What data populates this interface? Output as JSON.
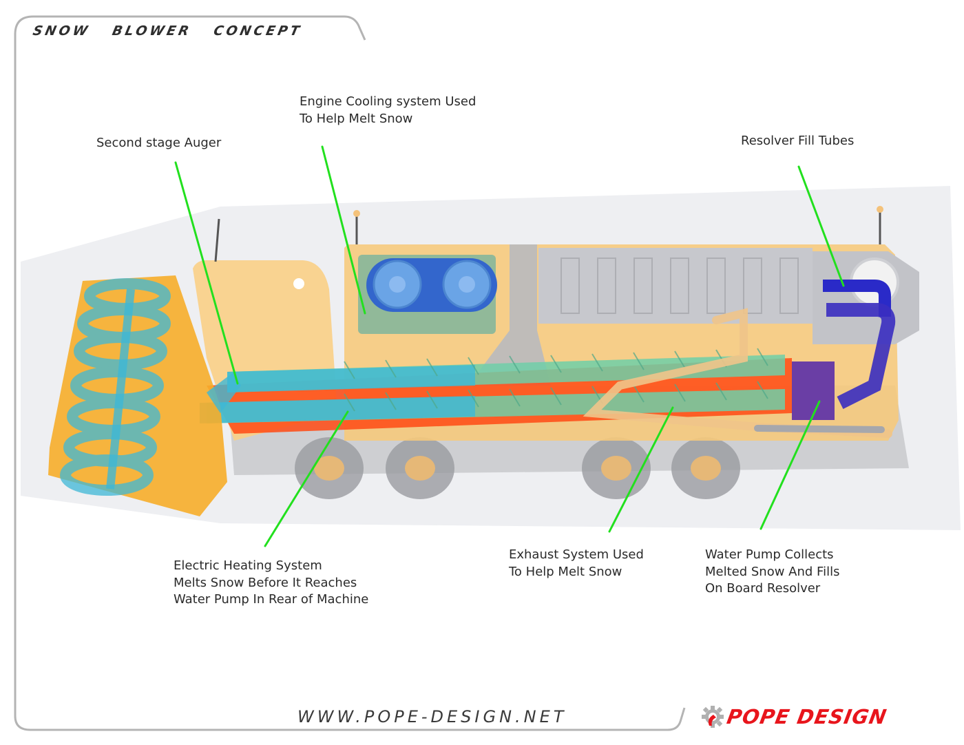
{
  "header": {
    "title": "SNOW BLOWER CONCEPT"
  },
  "footer": {
    "url": "WWW.POPE-DESIGN.NET",
    "brand": "POPE DESIGN",
    "brand_icon": "gear-icon",
    "brand_color": "#e8151c"
  },
  "callouts": [
    {
      "id": "second-stage-auger",
      "text": "Second stage Auger"
    },
    {
      "id": "engine-cooling",
      "text": "Engine Cooling system Used\nTo Help Melt Snow"
    },
    {
      "id": "resolver-fill-tubes",
      "text": "Resolver Fill Tubes"
    },
    {
      "id": "electric-heating",
      "text": "Electric Heating System\nMelts Snow Before It Reaches\nWater Pump In Rear of Machine"
    },
    {
      "id": "exhaust-system",
      "text": "Exhaust System Used\nTo Help Melt Snow"
    },
    {
      "id": "water-pump",
      "text": "Water Pump Collects\nMelted Snow And Fills\nOn Board Resolver"
    }
  ],
  "colors": {
    "leader_line": "#22e01e",
    "body": "#f7c97a",
    "auger": "#3fb8d6",
    "heating": "#ff4a14",
    "cooling": "#3a6fd8",
    "resolver_tubes": "#2a2ac8",
    "pump": "#5b2fa8",
    "frame": "#b4b4b4"
  }
}
